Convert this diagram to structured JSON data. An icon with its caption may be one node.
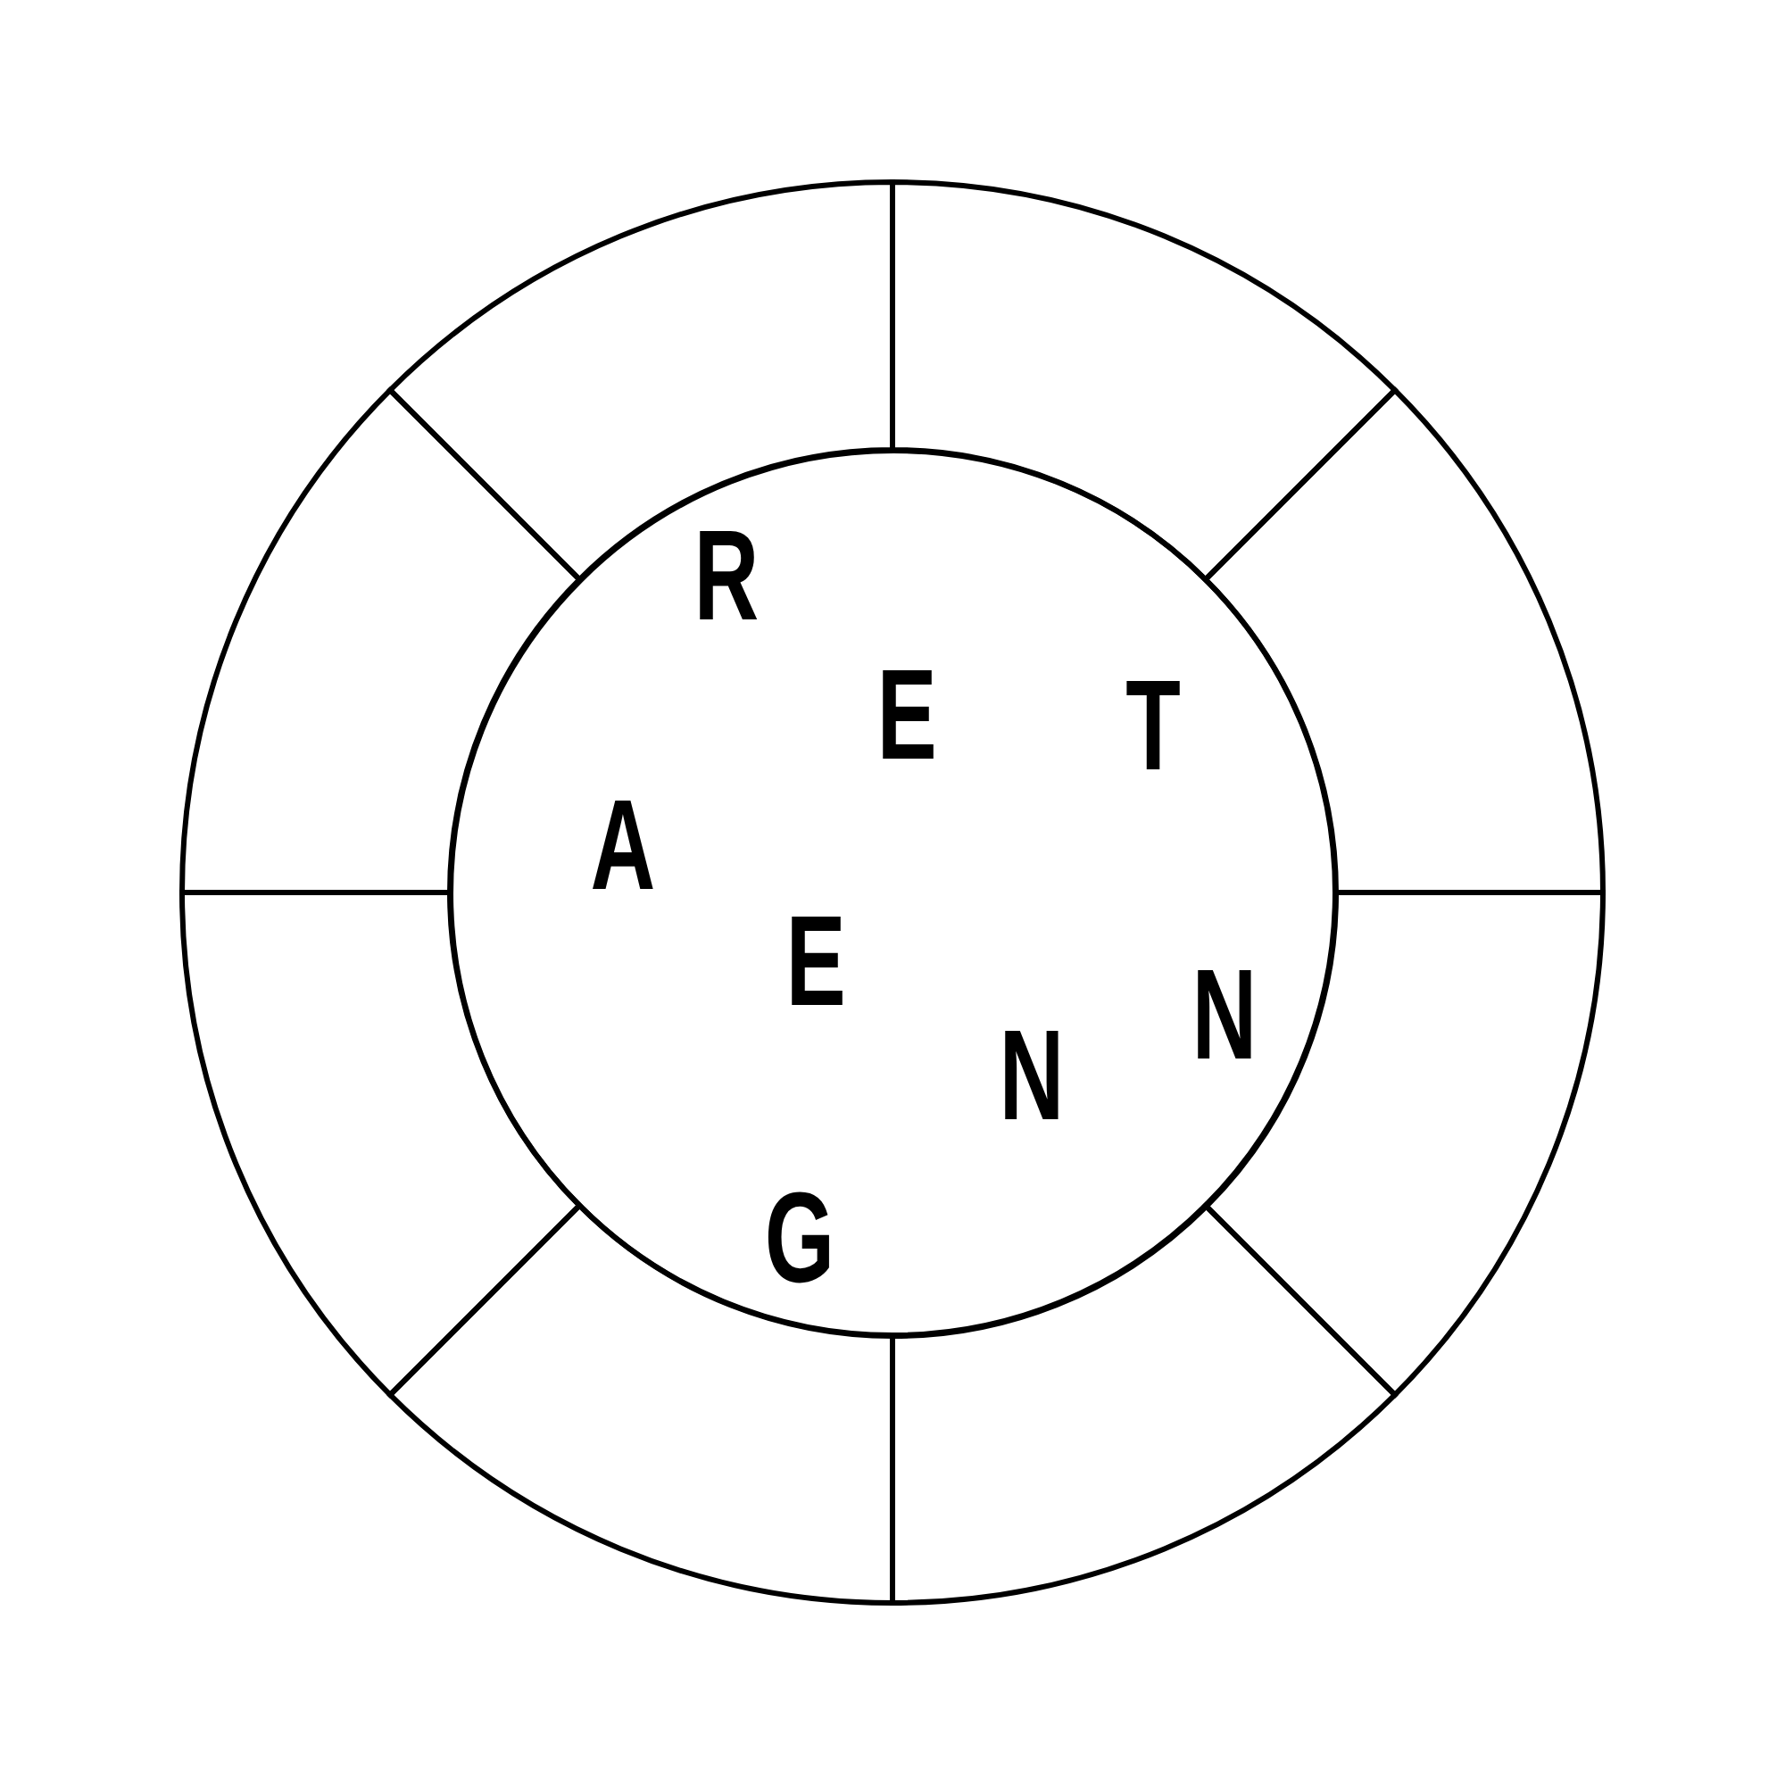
{
  "diagram": {
    "nodes": [
      {
        "text": [
          "R",
          "E",
          "T",
          "A",
          "E",
          "N",
          "N",
          "G"
        ]
      },
      {
        "text": [],
        "shape": "sector"
      },
      {
        "text": [],
        "shape": "sector"
      },
      {
        "text": [],
        "shape": "sector"
      },
      {
        "text": [],
        "shape": "sector"
      },
      {
        "text": [],
        "shape": "sector"
      },
      {
        "text": [],
        "shape": "sector"
      },
      {
        "text": [],
        "shape": "sector"
      },
      {
        "text": [],
        "shape": "sector"
      }
    ]
  }
}
